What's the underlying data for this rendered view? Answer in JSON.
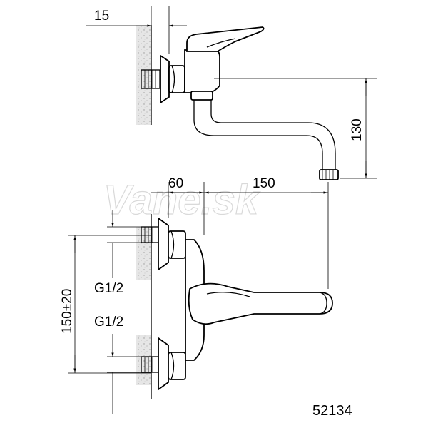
{
  "dimensions": {
    "wall_offset": "15",
    "spout_height": "130",
    "body_offset": "60",
    "spout_reach": "150",
    "connection_spacing": "150±20"
  },
  "thread_labels": {
    "upper": "G1/2",
    "lower": "G1/2"
  },
  "product_code": "52134",
  "watermark": "Vane.sk"
}
